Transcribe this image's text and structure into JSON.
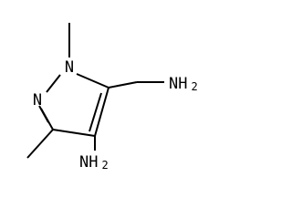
{
  "molecule": {
    "labels": {
      "n1": "N",
      "n2": "N",
      "ch2nh2_nh": "NH",
      "ch2nh2_sub": "2",
      "amine_nh": "NH",
      "amine_sub": "2"
    }
  }
}
